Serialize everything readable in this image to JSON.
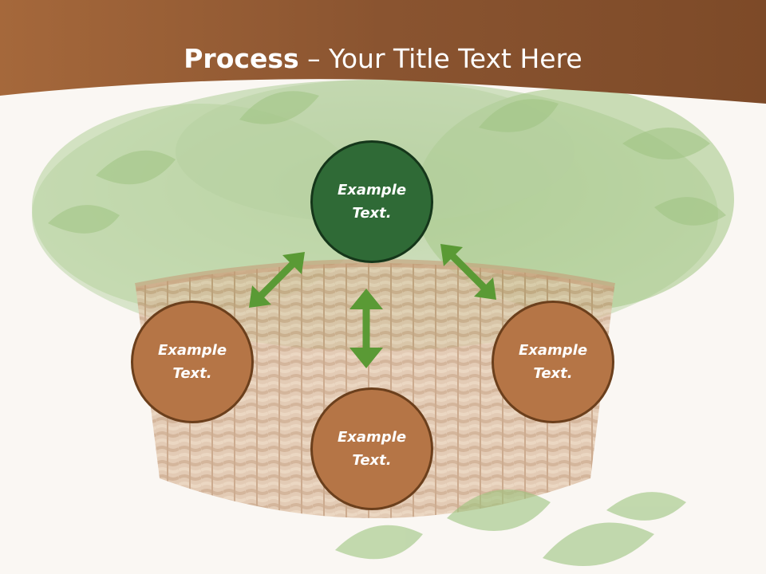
{
  "slide": {
    "title_bold": "Process",
    "title_separator": " – ",
    "title_rest": "Your Title Text Here"
  },
  "circles": {
    "top": {
      "line1": "Example",
      "line2": "Text."
    },
    "left": {
      "line1": "Example",
      "line2": "Text."
    },
    "right": {
      "line1": "Example",
      "line2": "Text."
    },
    "bottom": {
      "line1": "Example",
      "line2": "Text."
    }
  },
  "colors": {
    "title_band": "#8a5430",
    "circle_brown": "#b57546",
    "circle_green": "#2f6a36",
    "arrow_green": "#5a9a35"
  },
  "background_image": "herb-basket-photo"
}
